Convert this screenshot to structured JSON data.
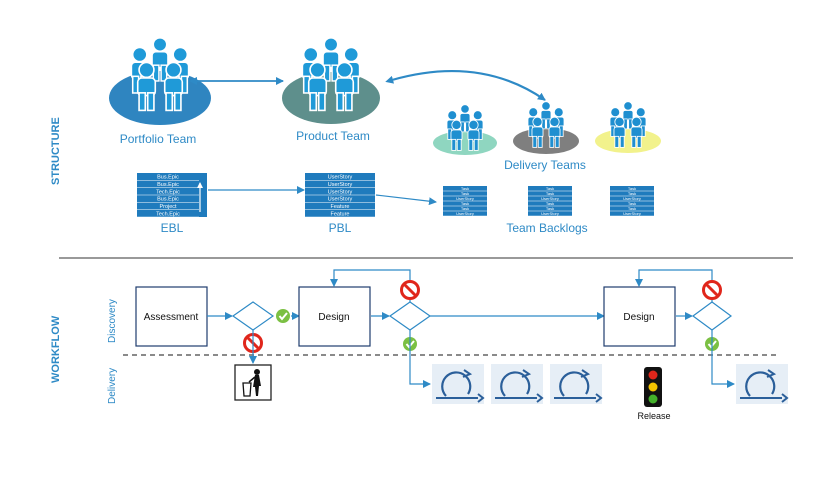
{
  "sections": {
    "structure": "STRUCTURE",
    "workflow": "WORKFLOW"
  },
  "lanes": {
    "discovery": "Discovery",
    "delivery": "Delivery"
  },
  "teams": {
    "portfolio": "Portfolio Team",
    "product": "Product Team",
    "delivery": "Delivery Teams"
  },
  "backlogs": {
    "ebl": {
      "label": "EBL",
      "rows": [
        "Bus.Epic",
        "Bus.Epic",
        "Tech.Epic",
        "Bus.Epic",
        "Project",
        "Tech.Epic"
      ]
    },
    "pbl": {
      "label": "PBL",
      "rows": [
        "UserStory",
        "UserStory",
        "UserStory",
        "UserStory",
        "Feature",
        "Feature"
      ]
    },
    "team": {
      "label": "Team Backlogs",
      "rows": [
        "Task",
        "Task",
        "UserStory",
        "Task",
        "Task",
        "UserStory"
      ]
    }
  },
  "workflow": {
    "assessment": "Assessment",
    "design1": "Design",
    "design2": "Design",
    "release": "Release"
  },
  "colors": {
    "accent": "#2e8ac6",
    "people": "#1f8fd0",
    "portfolio_ellipse": "#2f85c0",
    "product_ellipse": "#5e8f8c",
    "delivery_green": "#8fd6c0",
    "delivery_gray": "#7f7f7f",
    "delivery_yellow": "#f2f28c",
    "check": "#7bc043",
    "stop": "#e0261b"
  }
}
